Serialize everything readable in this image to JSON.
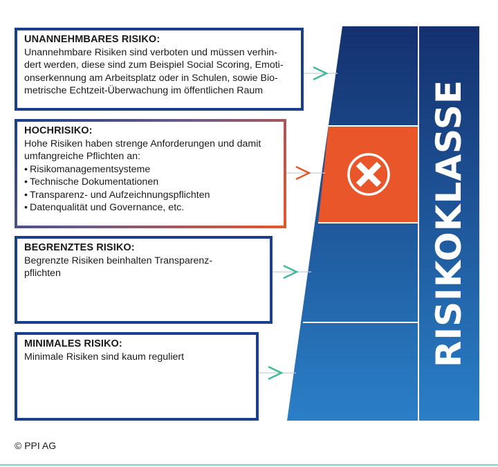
{
  "pyramid_label": "RISIKOKLASSE",
  "levels": [
    {
      "title": "UNANNEHMBARES RISIKO:",
      "lines": [
        "Unannehmbare Risiken sind verboten und müssen verhin-",
        "dert werden, diese sind zum Beispiel Social Scoring, Emoti-",
        "onserkennung am Arbeitsplatz oder in Schulen, sowie Bio-",
        "metrische Echtzeit-Überwachung im öffentlichen Raum"
      ],
      "bullets": [],
      "arrow_color": "#3fb99a"
    },
    {
      "title": "HOCHRISIKO:",
      "lines": [
        "Hohe Risiken haben strenge Anforderungen und damit",
        "umfangreiche Pflichten an:"
      ],
      "bullets": [
        "Risikomanagementsysteme",
        "Technische Dokumentationen",
        "Transparenz- und Aufzeichnungspflichten",
        "Datenqualität und Governance, etc."
      ],
      "arrow_color": "#e8562a",
      "icon": "x-circle-icon"
    },
    {
      "title": "BEGRENZTES RISIKO:",
      "lines": [
        "Begrenzte Risiken beinhalten Transparenz-",
        "pflichten"
      ],
      "bullets": [],
      "arrow_color": "#3fb99a"
    },
    {
      "title": "MINIMALES RISIKO:",
      "lines": [
        "Minimale Risiken sind kaum reguliert"
      ],
      "bullets": [],
      "arrow_color": "#3fb99a"
    }
  ],
  "colors": {
    "box_border": "#1c3f8c",
    "pyramid_dark": "#14306e",
    "pyramid_light": "#2a7fc7",
    "highlight": "#e8562a",
    "arrow": "#3fb99a"
  },
  "footer": "© PPI AG"
}
